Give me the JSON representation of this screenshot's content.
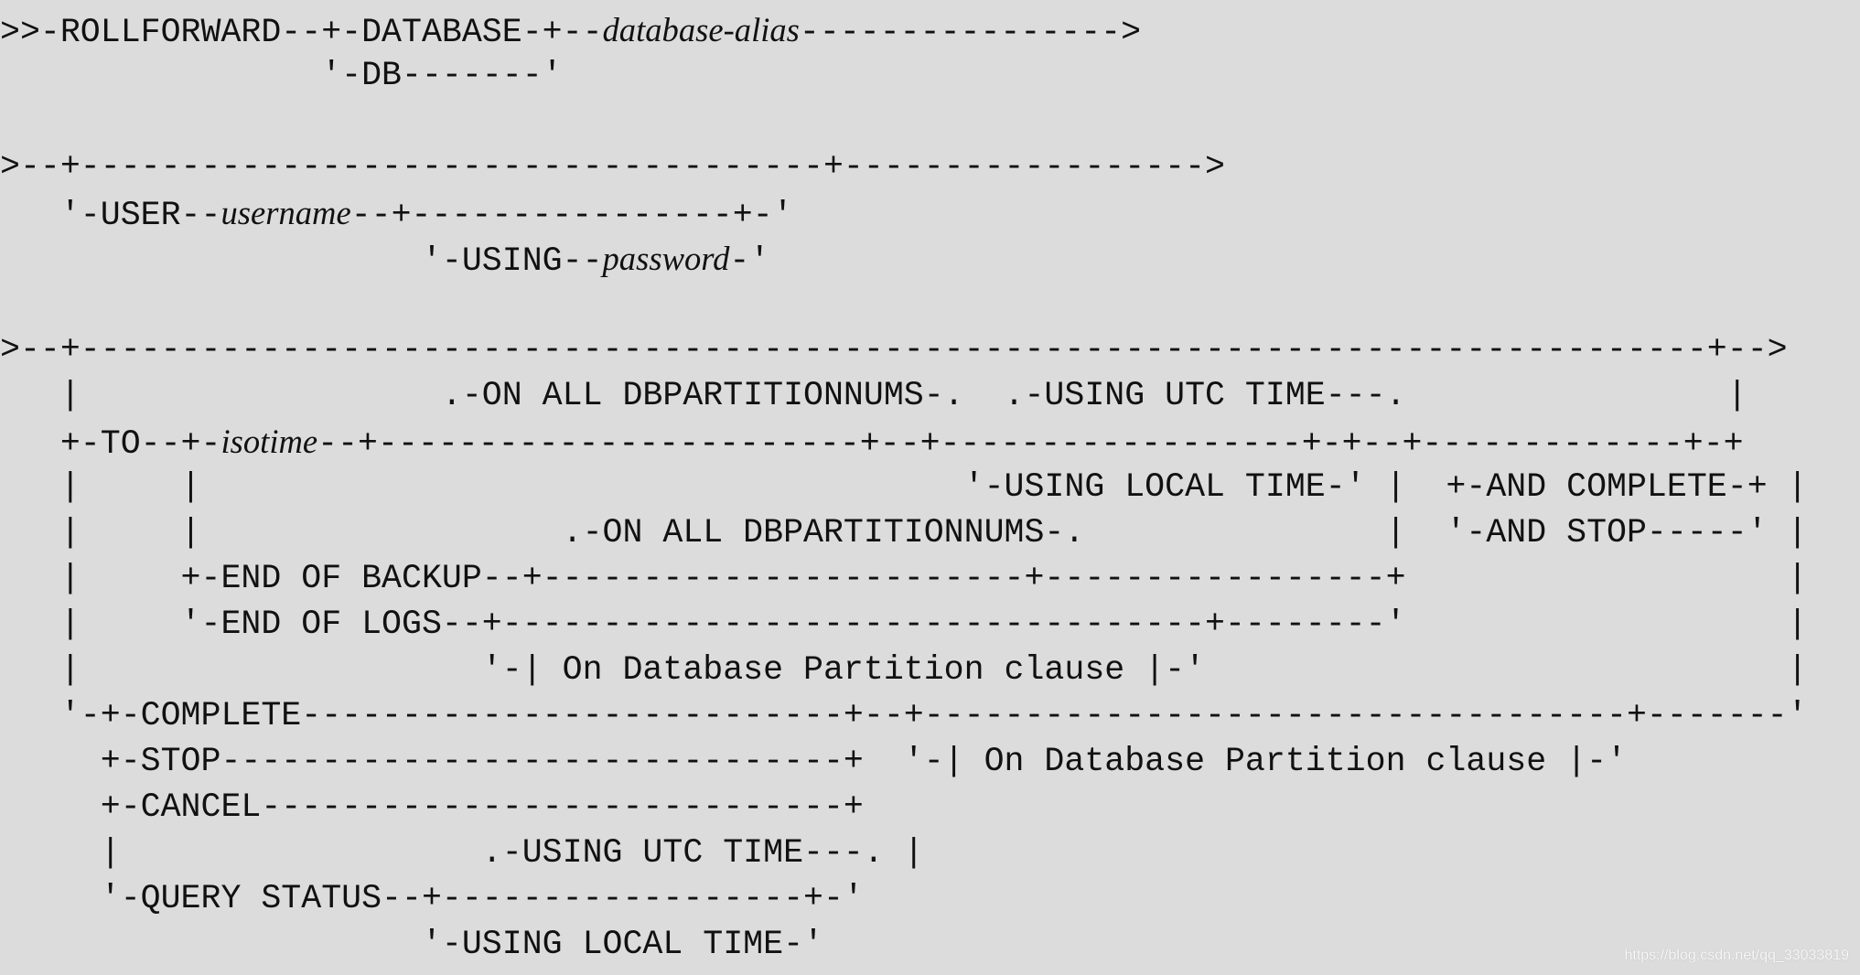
{
  "syntax_diagram": {
    "lines": [
      ">>-ROLLFORWARD--+-DATABASE-+--database-alias---------------->",
      "                '-DB-------'",
      "",
      ">--+-------------------------------------+------------------>",
      "   '-USER--username--+----------------+-'",
      "                     '-USING--password-'",
      "",
      ">--+---------------------------------------------------------------------------------+-->",
      "   |                  .-ON ALL DBPARTITIONNUMS-.  .-USING UTC TIME---.                |",
      "   +-TO--+-isotime--+------------------------+--+------------------+-+--+-------------+-+",
      "   |     |                                      '-USING LOCAL TIME-' |  +-AND COMPLETE-+ |",
      "   |     |                  .-ON ALL DBPARTITIONNUMS-.               |  '-AND STOP-----' |",
      "   |     +-END OF BACKUP--+------------------------+-----------------+                   |",
      "   |     '-END OF LOGS--+-----------------------------------+--------'                   |",
      "   |                    '-| On Database Partition clause |-'                             |",
      "   '-+-COMPLETE---------------------------+--+-----------------------------------+-------'",
      "     +-STOP-------------------------------+  '-| On Database Partition clause |-'",
      "     +-CANCEL-----------------------------+",
      "     |                  .-USING UTC TIME---. |",
      "     '-QUERY STATUS--+------------------+-'",
      "                     '-USING LOCAL TIME-'"
    ],
    "italic_terms": [
      "database-alias",
      "username",
      "password",
      "isotime"
    ]
  },
  "watermark": "https://blog.csdn.net/qq_33033819"
}
